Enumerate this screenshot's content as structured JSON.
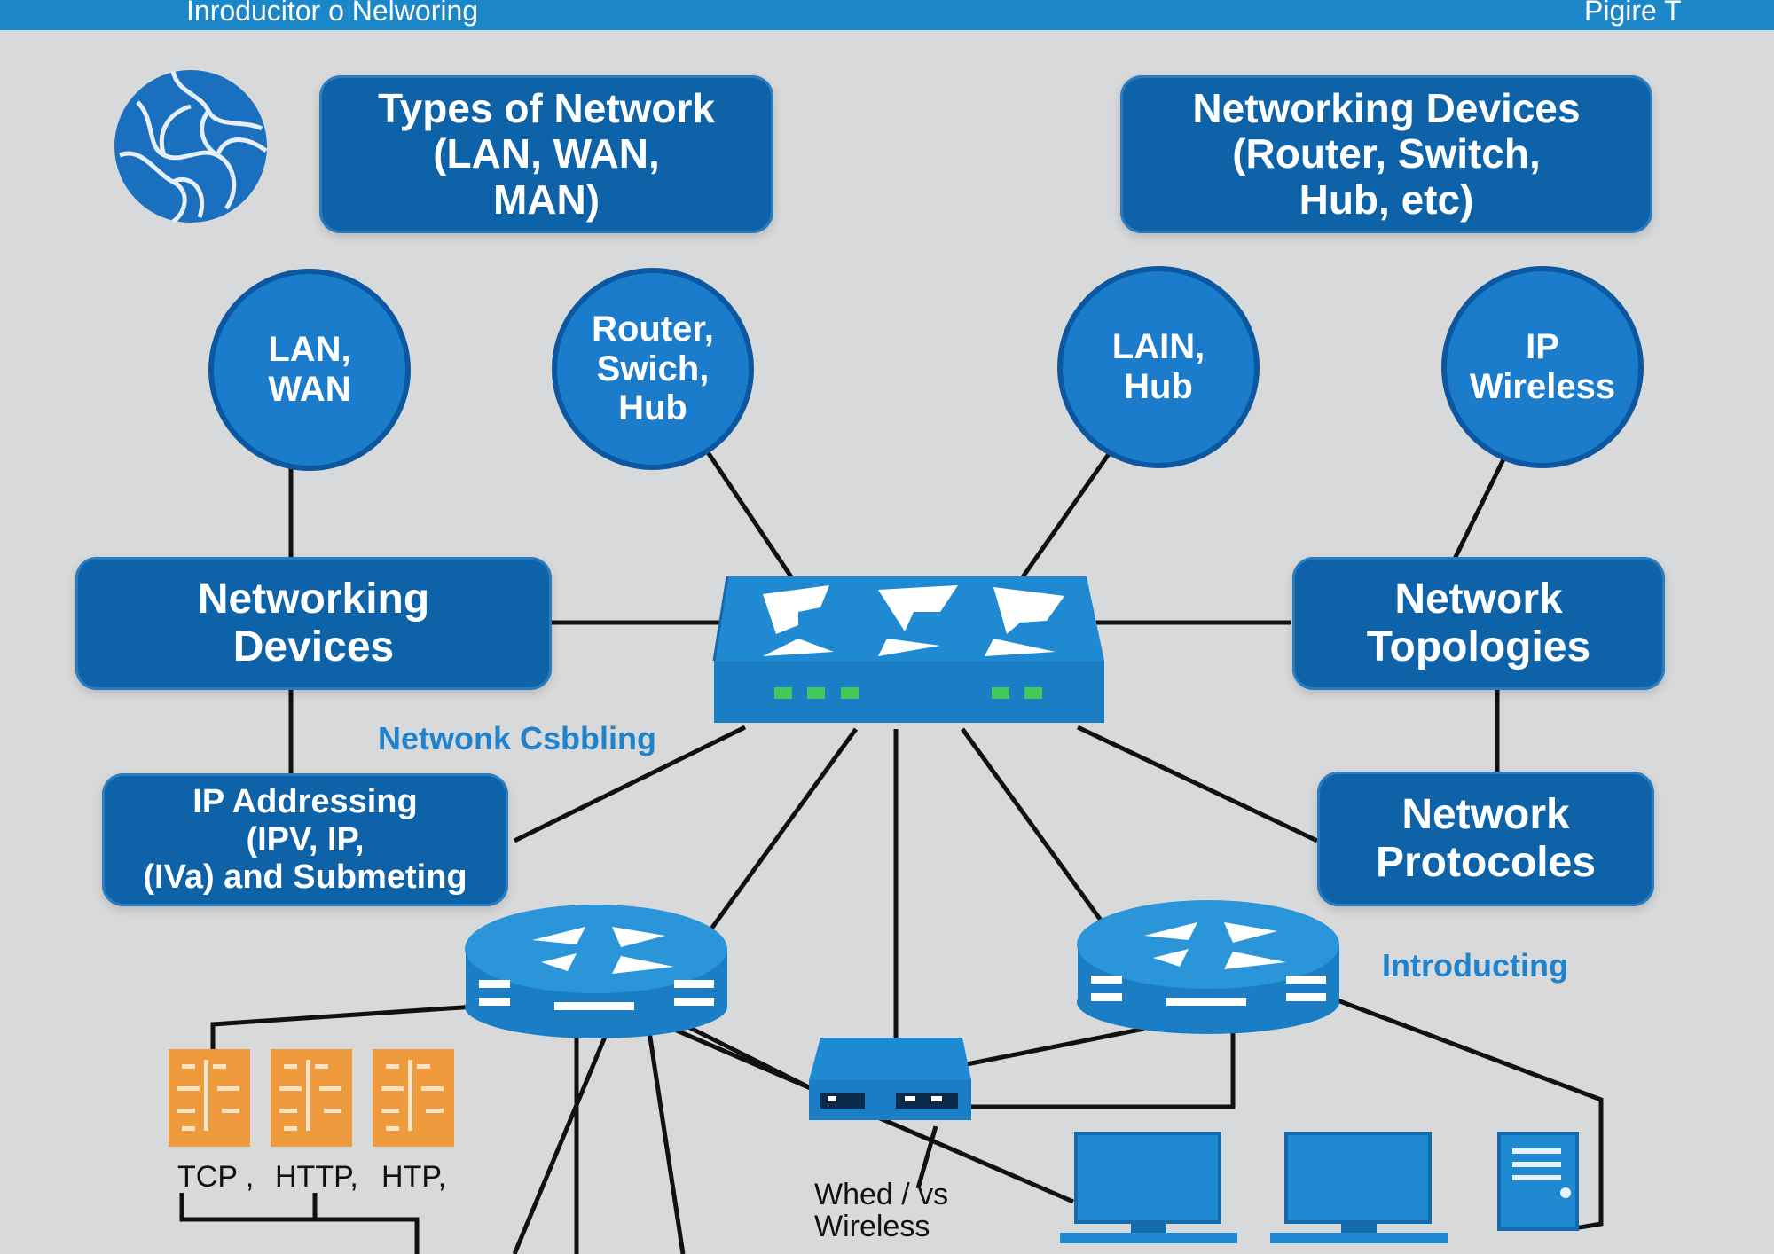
{
  "header": {
    "title": "Inroducitor o Nelworing",
    "page": "Pigire T"
  },
  "boxes": {
    "types_of_network": [
      "Types of Network",
      "(LAN, WAN,",
      "MAN)"
    ],
    "networking_devices_top": [
      "Networking Devices",
      "(Router, Switch,",
      "Hub, etc)"
    ],
    "networking_devices": [
      "Networking",
      "Devices"
    ],
    "network_topologies": [
      "Network",
      "Topologies"
    ],
    "ip_addressing": [
      "IP Addressing",
      "(IPV, IP,",
      "(IVa) and Submeting"
    ],
    "network_protocols": [
      "Network",
      "Protocoles"
    ]
  },
  "circles": {
    "lan_wan": [
      "LAN,",
      "WAN"
    ],
    "router_switch_hub": [
      "Router,",
      "Swich,",
      "Hub"
    ],
    "lain_hub": [
      "LAIN,",
      "Hub"
    ],
    "ip_wireless": [
      "IP",
      "Wireless"
    ]
  },
  "labels": {
    "network_cabling": "Netwonk Csbbling",
    "introducing": "Introducting",
    "protocols_row": [
      "TCP ,",
      "HTTP,",
      "HTP,"
    ],
    "wired_vs_wireless": [
      "Whed / vs",
      "Wireless"
    ]
  },
  "colors": {
    "header_bar": "#1b86c8",
    "box_fill": "#0e62a8",
    "circle_fill": "#1a7ccb",
    "device_blue": "#1f8ad2",
    "chip_orange": "#ef9a3c",
    "background": "#d8d9da"
  }
}
